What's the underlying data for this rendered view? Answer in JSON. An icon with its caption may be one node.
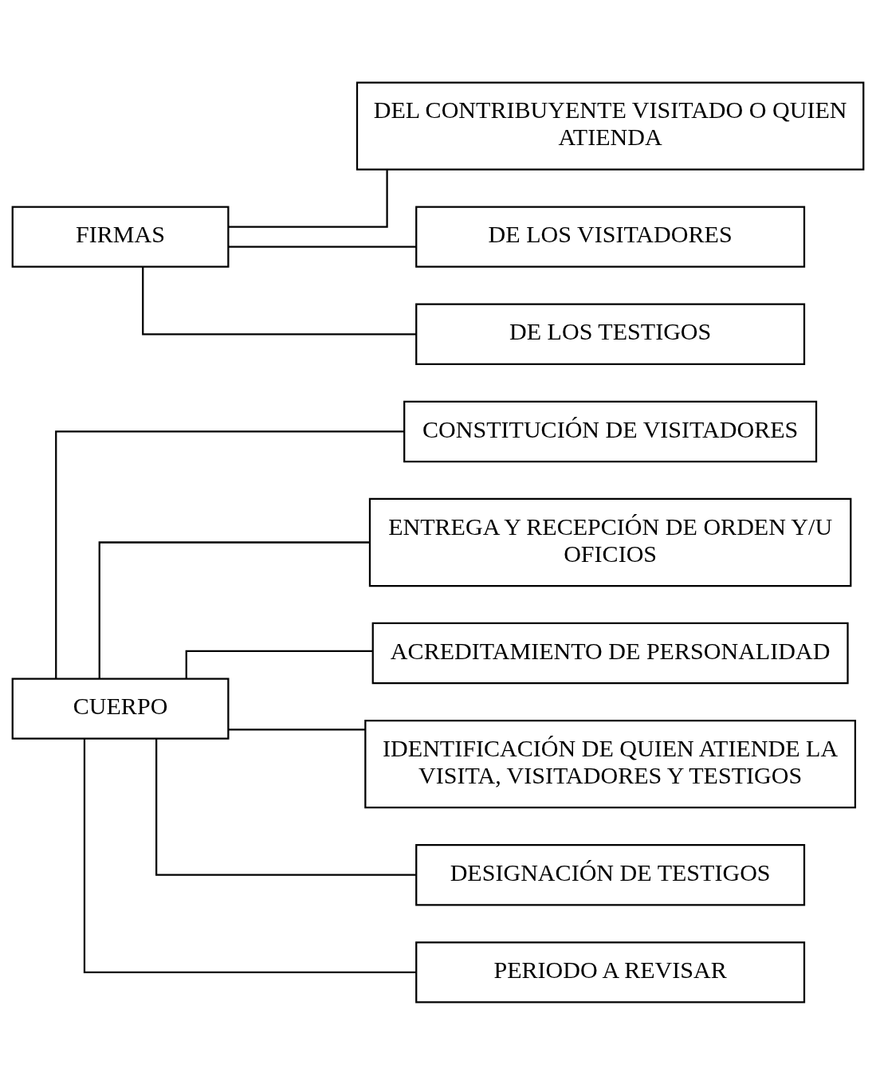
{
  "diagram": {
    "nodes": [
      {
        "text": [
          "CUERPO"
        ]
      },
      {
        "text": [
          "CONSTITUCIÓN DE VISITADORES"
        ]
      },
      {
        "text": [
          "ENTREGA Y RECEPCIÓN DE ORDEN Y/U OFICIOS"
        ]
      },
      {
        "text": [
          "ACREDITAMIENTO DE PERSONALIDAD"
        ]
      },
      {
        "text": [
          "IDENTIFICACIÓN DE QUIEN ATIENDE LA VISITA, VISITADORES Y TESTIGOS"
        ]
      },
      {
        "text": [
          "DESIGNACIÓN DE TESTIGOS"
        ]
      },
      {
        "text": [
          "PERIODO A REVISAR"
        ]
      },
      {
        "text": [
          "FIRMAS"
        ]
      },
      {
        "text": [
          "DEL CONTRIBUYENTE VISITADO O QUIEN ATIENDA"
        ]
      },
      {
        "text": [
          "DE LOS VISITADORES"
        ]
      },
      {
        "text": [
          "DE LOS TESTIGOS"
        ]
      }
    ],
    "edges": [
      {
        "from": 0,
        "to": 1,
        "arrow": "none"
      },
      {
        "from": 0,
        "to": 2,
        "arrow": "none"
      },
      {
        "from": 0,
        "to": 3,
        "arrow": "none"
      },
      {
        "from": 0,
        "to": 4,
        "arrow": "none"
      },
      {
        "from": 0,
        "to": 5,
        "arrow": "none"
      },
      {
        "from": 0,
        "to": 6,
        "arrow": "none"
      },
      {
        "from": 7,
        "to": 8,
        "arrow": "none"
      },
      {
        "from": 7,
        "to": 9,
        "arrow": "none"
      },
      {
        "from": 7,
        "to": 10,
        "arrow": "none"
      }
    ]
  }
}
